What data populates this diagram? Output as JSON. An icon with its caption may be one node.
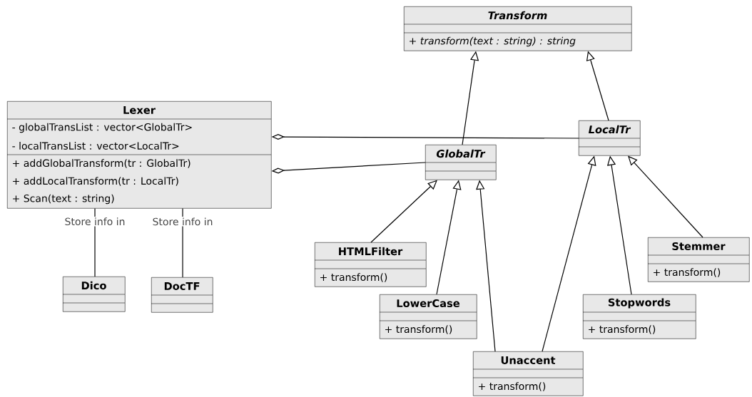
{
  "diagram": {
    "nodes": [
      {
        "text": [
          "Transform",
          "+ transform(text : string) : string"
        ]
      },
      {
        "text": [
          "Lexer",
          "- globalTransList : vector<GlobalTr>",
          "- localTransList : vector<LocalTr>",
          "+ addGlobalTransform(tr : GlobalTr)",
          "+ addLocalTransform(tr : LocalTr)",
          "+ Scan(text : string)"
        ]
      },
      {
        "text": [
          "LocalTr"
        ]
      },
      {
        "text": [
          "GlobalTr"
        ]
      },
      {
        "text": [
          "HTMLFilter",
          "+ transform()"
        ]
      },
      {
        "text": [
          "Stemmer",
          "+ transform()"
        ]
      },
      {
        "text": [
          "Dico"
        ]
      },
      {
        "text": [
          "DocTF"
        ]
      },
      {
        "text": [
          "LowerCase",
          "+ transform()"
        ]
      },
      {
        "text": [
          "Stopwords",
          "+ transform()"
        ]
      },
      {
        "text": [
          "Unaccent",
          "+ transform()"
        ]
      }
    ],
    "edges": [
      {
        "from": 3,
        "to": 0,
        "arrow": "to"
      },
      {
        "from": 2,
        "to": 0,
        "arrow": "to"
      },
      {
        "from": 1,
        "to": 2,
        "arrow": "other"
      },
      {
        "from": 1,
        "to": 3,
        "arrow": "other"
      },
      {
        "from": 1,
        "to": 6,
        "arrow": "none",
        "label": "Store info in"
      },
      {
        "from": 1,
        "to": 7,
        "arrow": "none",
        "label": "Store info in"
      },
      {
        "from": 4,
        "to": 3,
        "arrow": "to"
      },
      {
        "from": 8,
        "to": 3,
        "arrow": "to"
      },
      {
        "from": 10,
        "to": 3,
        "arrow": "to"
      },
      {
        "from": 10,
        "to": 2,
        "arrow": "to"
      },
      {
        "from": 9,
        "to": 2,
        "arrow": "to"
      },
      {
        "from": 5,
        "to": 2,
        "arrow": "to"
      }
    ]
  }
}
